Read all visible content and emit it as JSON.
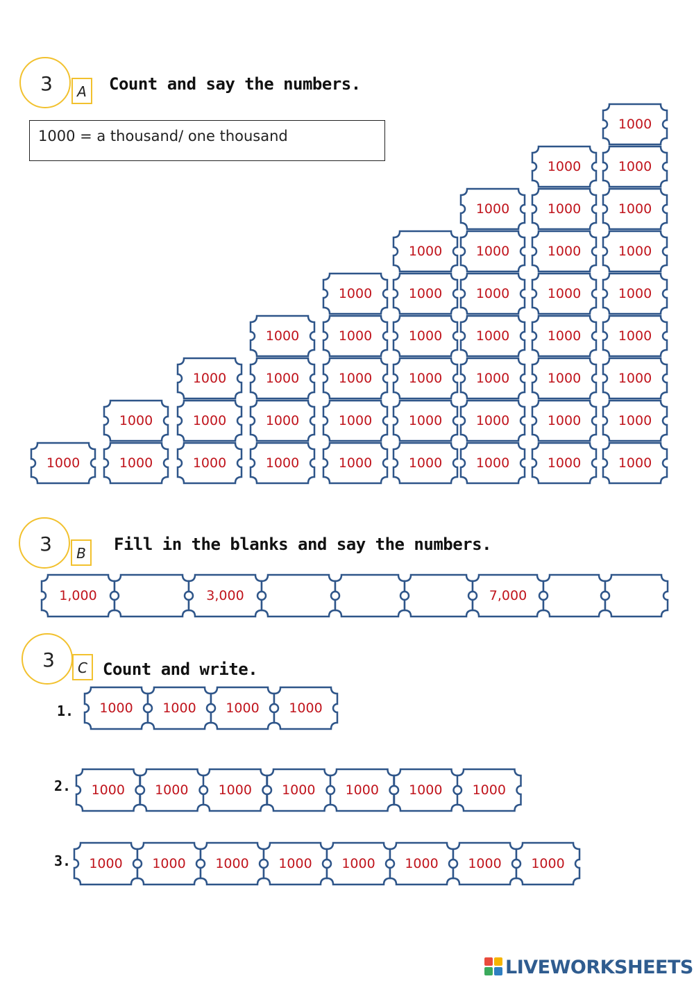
{
  "colors": {
    "accent_yellow": "#F2C12E",
    "ticket_border": "#2E5589",
    "ticket_text": "#C0141C",
    "logo_blue": "#2F5C8F"
  },
  "section_a": {
    "number": "3",
    "letter": "A",
    "heading": "Count and say the numbers.",
    "definition": "1000 = a thousand/ one thousand",
    "ticket_value": "1000",
    "column_counts": [
      1,
      2,
      3,
      4,
      5,
      6,
      7,
      8,
      9
    ]
  },
  "section_b": {
    "number": "3",
    "letter": "B",
    "heading": "Fill in the blanks and say the numbers.",
    "tickets": [
      "1,000",
      "",
      "3,000",
      "",
      "",
      "",
      "7,000",
      "",
      ""
    ]
  },
  "section_c": {
    "number": "3",
    "letter": "C",
    "heading": "Count and write.",
    "ticket_value": "1000",
    "rows": [
      {
        "label": "1.",
        "count": 4
      },
      {
        "label": "2.",
        "count": 7
      },
      {
        "label": "3.",
        "count": 8
      }
    ]
  },
  "footer": {
    "logo_text": "LIVEWORKSHEETS",
    "logo_icon": "liveworksheets-logo-icon"
  }
}
